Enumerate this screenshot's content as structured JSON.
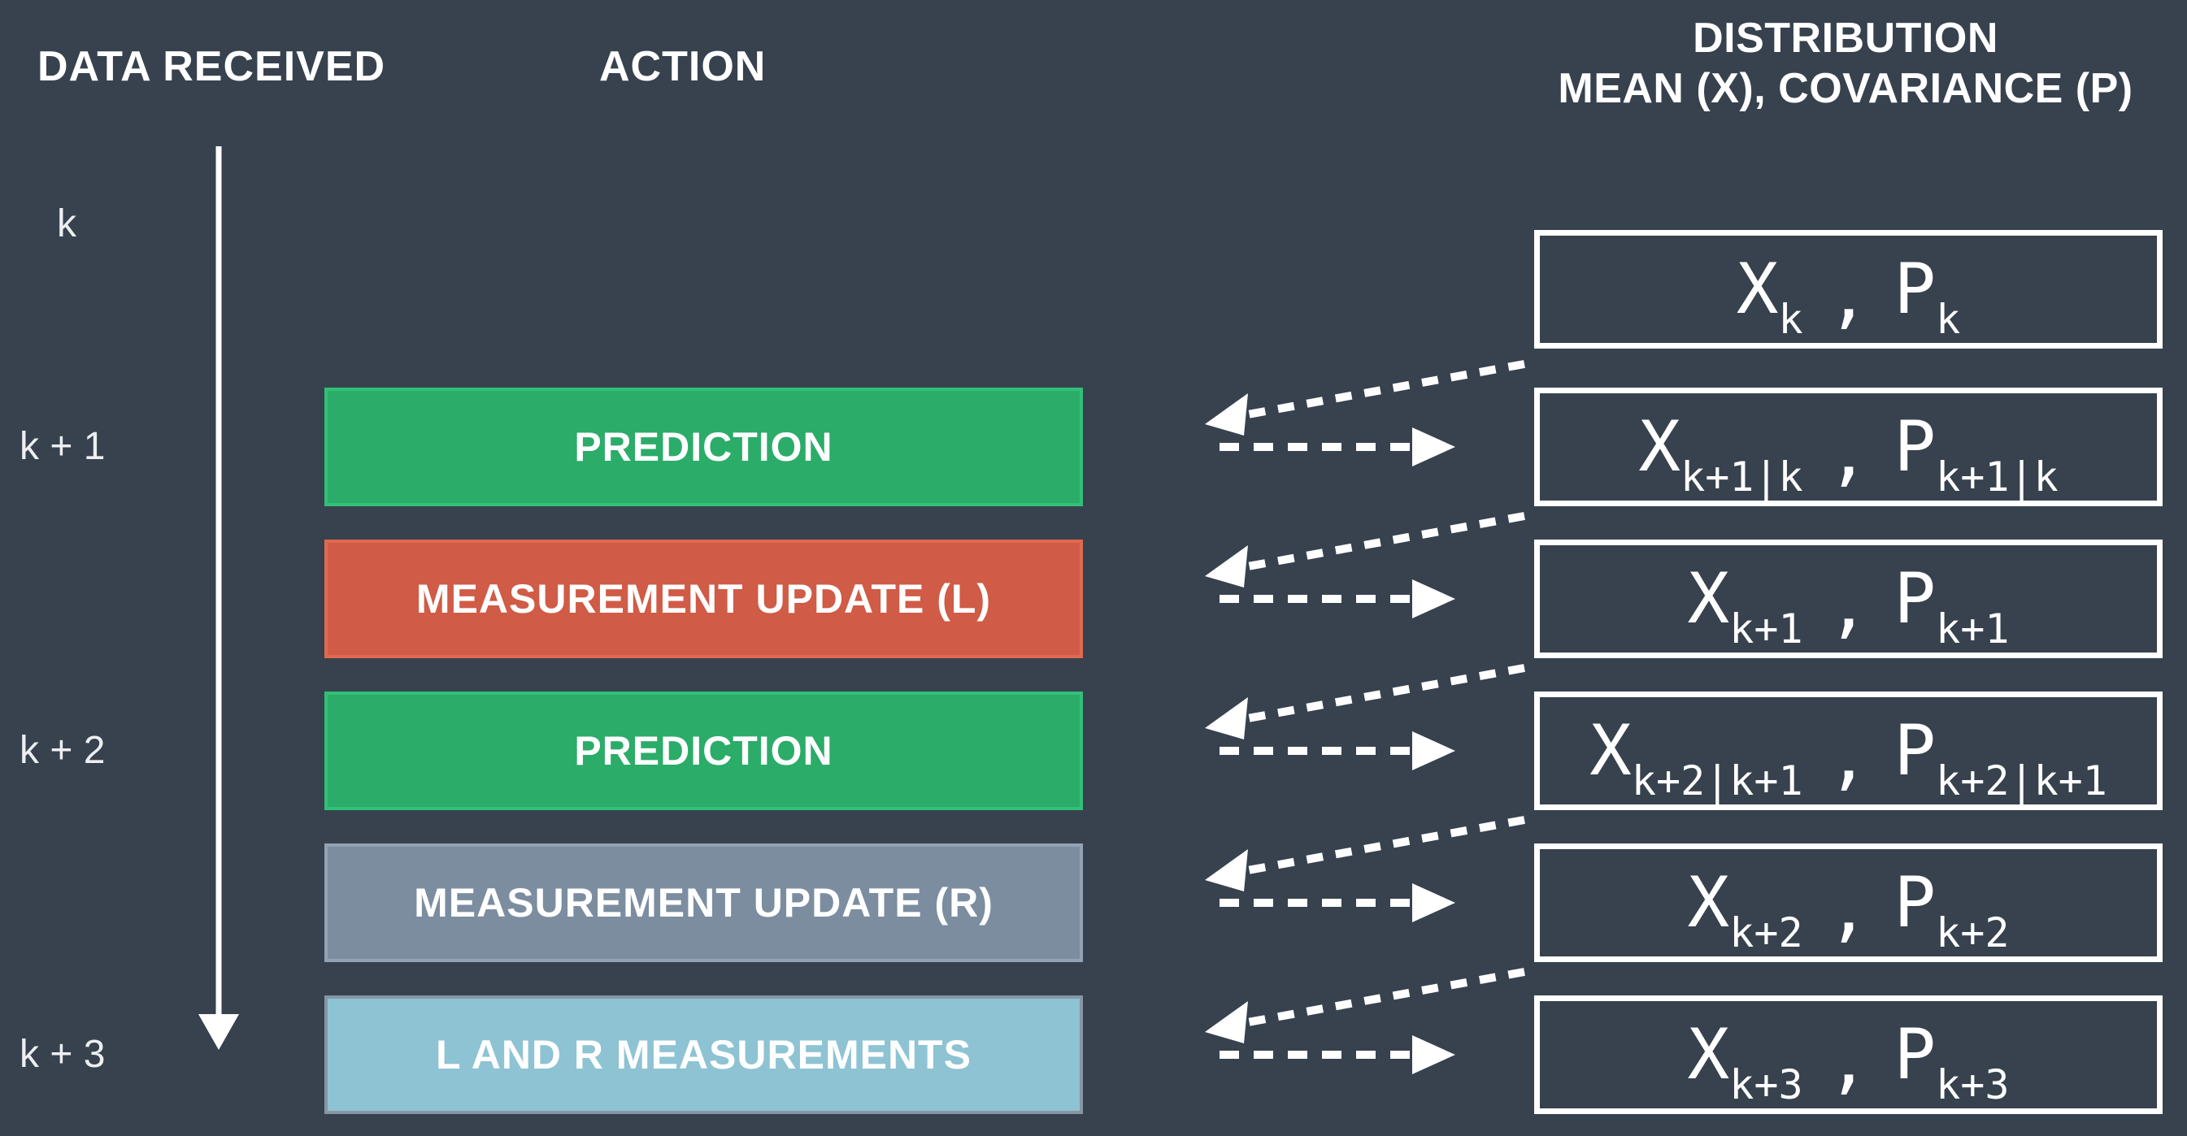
{
  "columns": {
    "data_received": {
      "title": "DATA RECEIVED"
    },
    "action": {
      "title": "ACTION"
    },
    "distribution": {
      "title_line1": "DISTRIBUTION",
      "title_line2": "MEAN (X), COVARIANCE (P)"
    }
  },
  "colors": {
    "background": "#37424E",
    "arrow": "#FFFFFF",
    "dist_border": "#FFFFFF",
    "text": "#FFFFFF",
    "prediction_fill": "#2BAC69",
    "prediction_border": "#31C078",
    "measurement_l_fill": "#D05B46",
    "measurement_l_border": "#E0694F",
    "measurement_r_fill": "#7C8DA0",
    "measurement_r_border": "#93A3B4",
    "l_and_r_fill": "#8EC3D3",
    "l_and_r_border": "#8796A4"
  },
  "rows": [
    {
      "time_label": "k",
      "distribution": {
        "name": "dist-box-k",
        "x_main": "X",
        "x_sub": "k",
        "comma": ",",
        "p_main": "P",
        "p_sub": "k"
      }
    },
    {
      "time_label": "k + 1",
      "action": {
        "name": "action-prediction-1",
        "label": "PREDICTION",
        "fill_key": "prediction_fill",
        "border_key": "prediction_border"
      },
      "distribution": {
        "name": "dist-box-k1-given-k",
        "x_main": "X",
        "x_sub": "k+1|k",
        "comma": ",",
        "p_main": "P",
        "p_sub": "k+1|k"
      }
    },
    {
      "time_label": "",
      "action": {
        "name": "action-measurement-update-l",
        "label": "MEASUREMENT UPDATE (L)",
        "fill_key": "measurement_l_fill",
        "border_key": "measurement_l_border"
      },
      "distribution": {
        "name": "dist-box-k1",
        "x_main": "X",
        "x_sub": "k+1",
        "comma": ",",
        "p_main": "P",
        "p_sub": "k+1"
      }
    },
    {
      "time_label": "k + 2",
      "action": {
        "name": "action-prediction-2",
        "label": "PREDICTION",
        "fill_key": "prediction_fill",
        "border_key": "prediction_border"
      },
      "distribution": {
        "name": "dist-box-k2-given-k1",
        "x_main": "X",
        "x_sub": "k+2|k+1",
        "comma": ",",
        "p_main": "P",
        "p_sub": "k+2|k+1"
      }
    },
    {
      "time_label": "",
      "action": {
        "name": "action-measurement-update-r",
        "label": "MEASUREMENT UPDATE (R)",
        "fill_key": "measurement_r_fill",
        "border_key": "measurement_r_border"
      },
      "distribution": {
        "name": "dist-box-k2",
        "x_main": "X",
        "x_sub": "k+2",
        "comma": ",",
        "p_main": "P",
        "p_sub": "k+2"
      }
    },
    {
      "time_label": "k + 3",
      "action": {
        "name": "action-l-and-r-measurements",
        "label": "L AND R MEASUREMENTS",
        "fill_key": "l_and_r_fill",
        "border_key": "l_and_r_border"
      },
      "distribution": {
        "name": "dist-box-k3",
        "x_main": "X",
        "x_sub": "k+3",
        "comma": ",",
        "p_main": "P",
        "p_sub": "k+3"
      }
    }
  ]
}
